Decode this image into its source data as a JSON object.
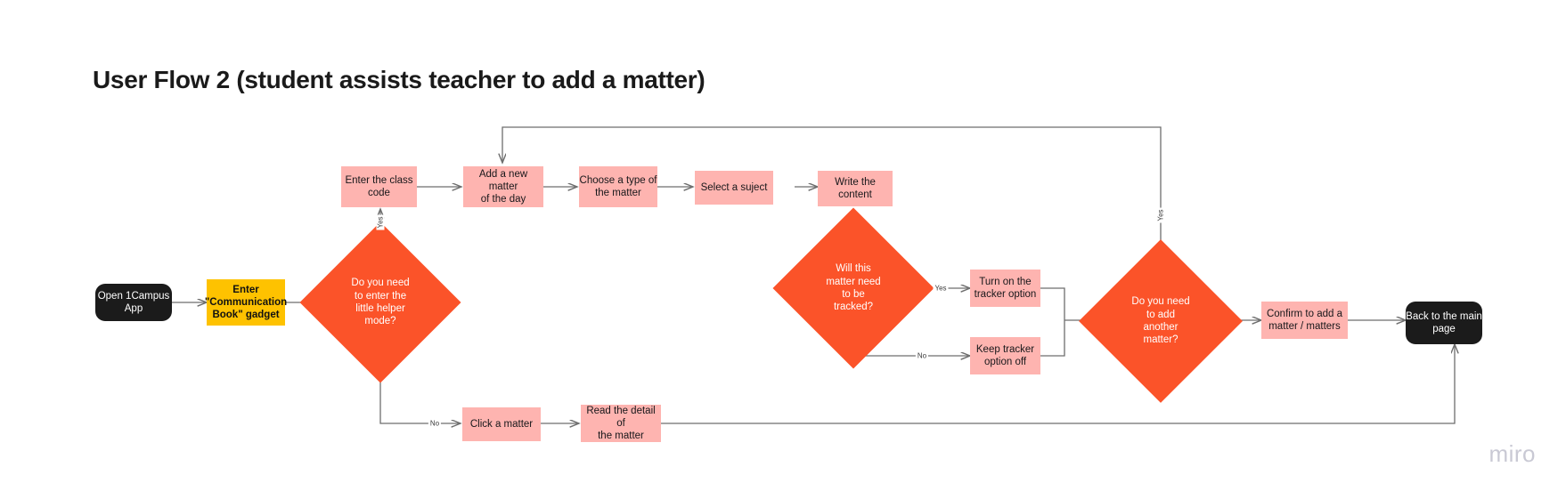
{
  "title": "User Flow 2  (student assists teacher to add a matter)",
  "watermark": "miro",
  "colors": {
    "terminal": "#1b1b1b",
    "highlight": "#fec200",
    "process": "#feb4b0",
    "decision": "#fb5329",
    "edge": "#6e6e6e",
    "canvas": "#ffffff",
    "watermark": "#c9c9d4"
  },
  "nodes": {
    "open_app": "Open 1Campus\nApp",
    "enter_gadget": "Enter\n\"Communication\nBook\" gadget",
    "helper_mode": "Do you need\nto enter the\nlittle helper\nmode?",
    "enter_class_code": "Enter the class\ncode",
    "add_new_matter": "Add a new matter\nof the day",
    "choose_type": "Choose a type of\nthe matter",
    "select_subject": "Select a suject",
    "write_content": "Write the content",
    "tracked": "Will this\nmatter need\nto be\ntracked?",
    "tracker_on": "Turn on the\ntracker option",
    "tracker_off": "Keep tracker\noption off",
    "add_another": "Do you need\nto add\nanother\nmatter?",
    "confirm_add": "Confirm to add a\nmatter / matters",
    "back_main": "Back to the main\npage",
    "click_matter": "Click a matter",
    "read_detail": "Read the detail of\nthe matter"
  },
  "edge_labels": {
    "helper_yes": "Yes",
    "helper_no": "No",
    "tracked_yes": "Yes",
    "tracked_no": "No",
    "another_yes": "Yes"
  }
}
